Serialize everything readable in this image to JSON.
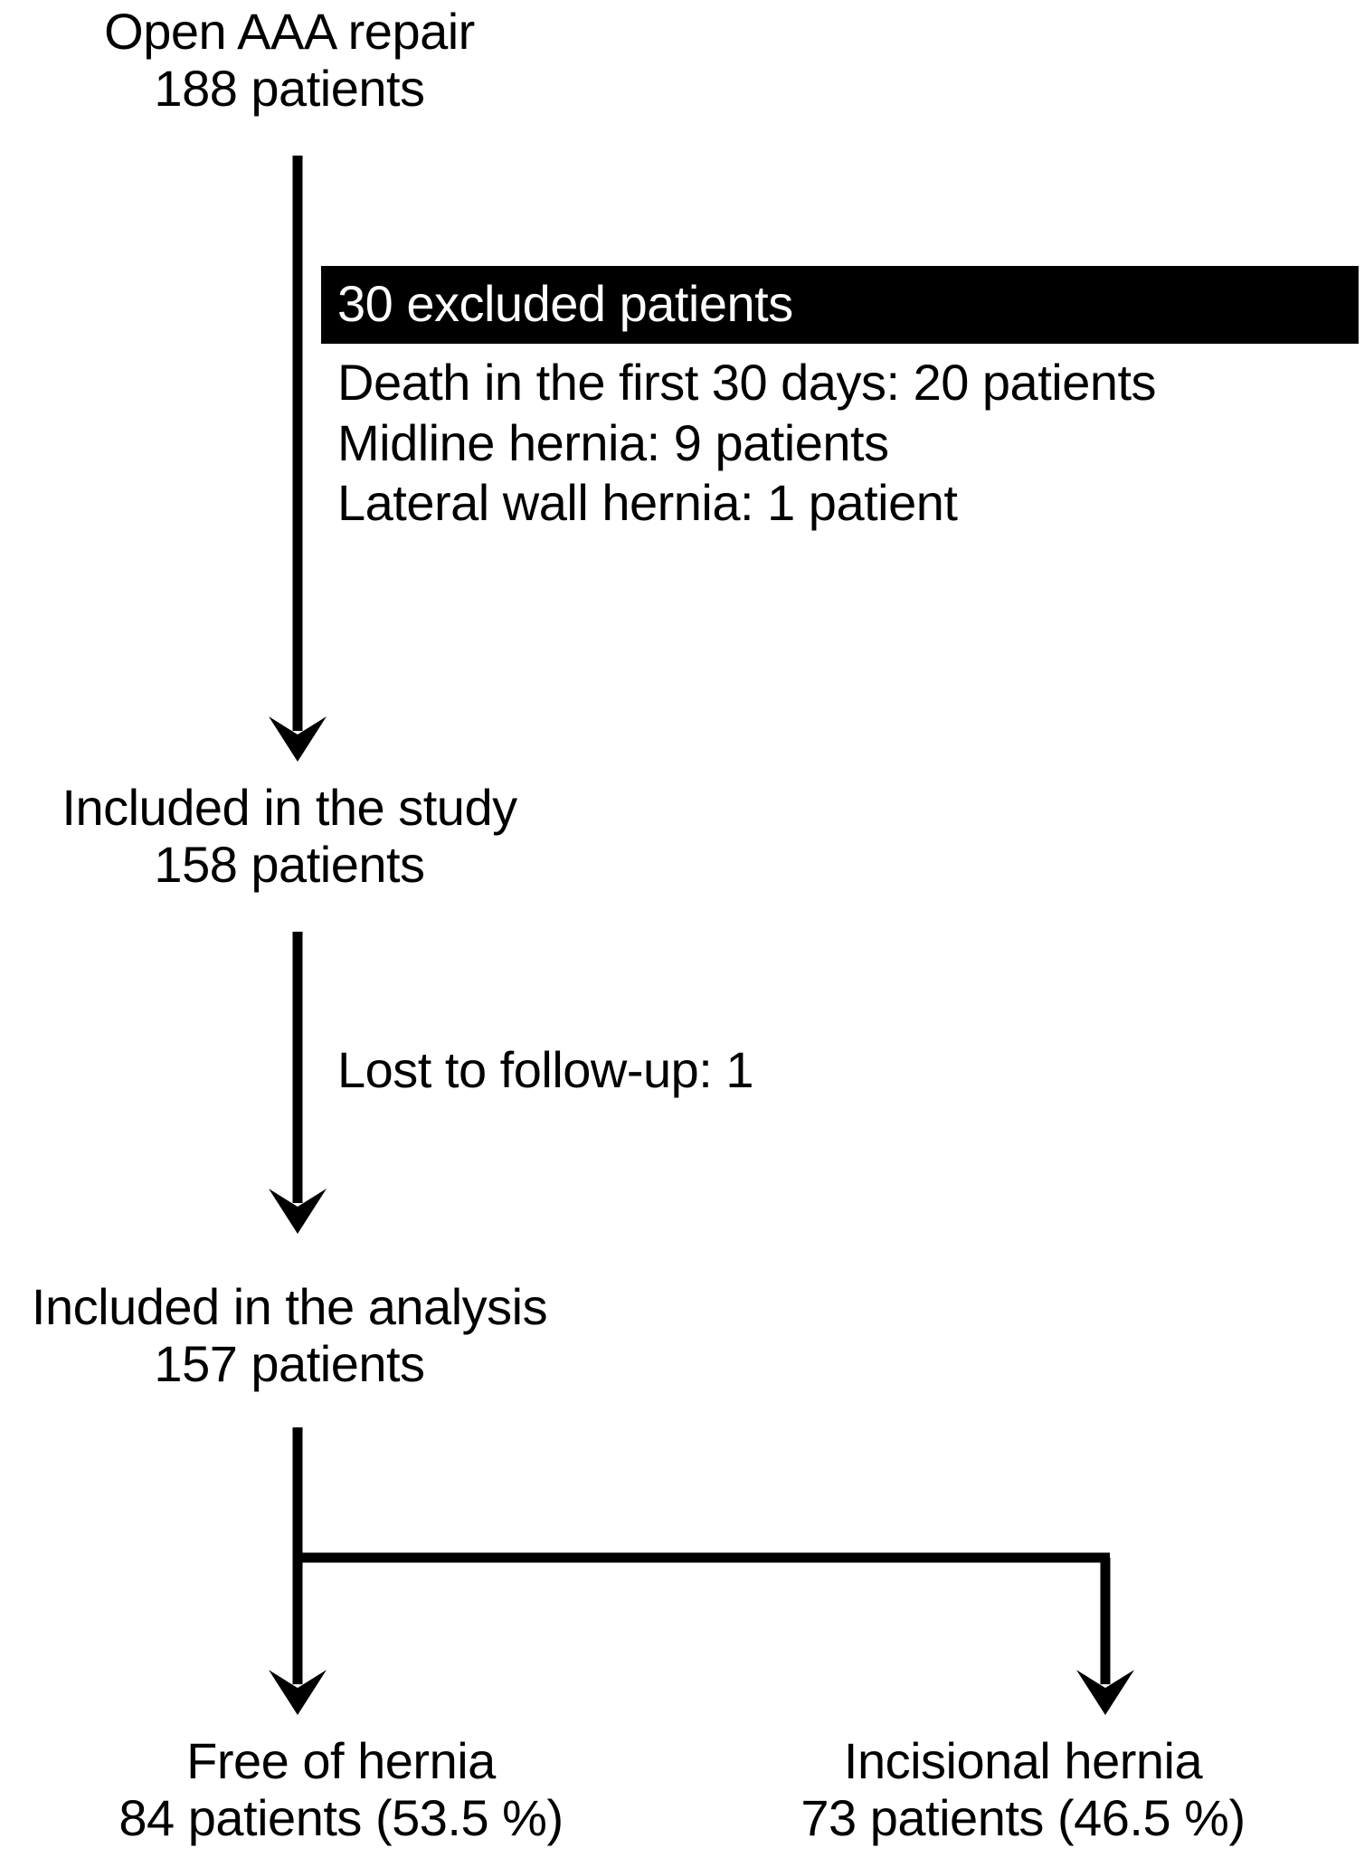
{
  "diagram": {
    "type": "patient-flow-diagram",
    "background_color": "#ffffff",
    "line_color": "#000000",
    "banner_background": "#000000",
    "banner_text_color": "#ffffff"
  },
  "nodes": {
    "root": {
      "line1": "Open AAA repair",
      "line2": "188 patients",
      "count": 188
    },
    "excluded": {
      "banner": "30 excluded patients",
      "count": 30,
      "reasons": [
        "Death in the first 30 days: 20 patients",
        "Midline hernia: 9 patients",
        "Lateral wall hernia: 1 patient"
      ]
    },
    "study": {
      "line1": "Included in the study",
      "line2": "158 patients",
      "count": 158
    },
    "lost": {
      "label": "Lost to follow-up: 1",
      "count": 1
    },
    "analysis": {
      "line1": "Included in the analysis",
      "line2": "157 patients",
      "count": 157
    },
    "free_of_hernia": {
      "line1": "Free of hernia",
      "line2": "84 patients (53.5 %)",
      "count": 84,
      "percent": "53.5 %"
    },
    "incisional_hernia": {
      "line1": "Incisional hernia",
      "line2": "73 patients (46.5 %)",
      "count": 73,
      "percent": "46.5 %"
    }
  },
  "connectors": [
    {
      "name": "root-to-study",
      "kind": "arrow-down"
    },
    {
      "name": "study-to-analysis",
      "kind": "arrow-down"
    },
    {
      "name": "analysis-split",
      "kind": "tee-split"
    },
    {
      "name": "split-to-free-of-hernia",
      "kind": "arrow-down"
    },
    {
      "name": "split-to-incisional-hernia",
      "kind": "arrow-down"
    }
  ]
}
